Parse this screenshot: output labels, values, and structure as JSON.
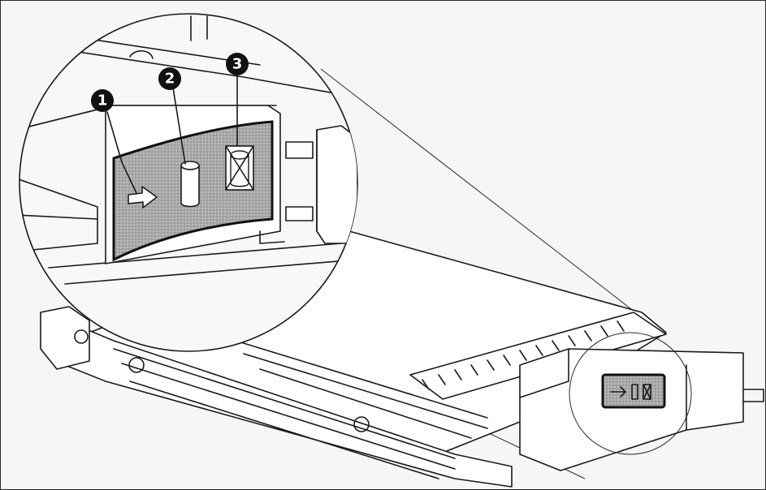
{
  "callouts": [
    {
      "number": "1",
      "meaning": "arrow-icon"
    },
    {
      "number": "2",
      "meaning": "cylinder-icon"
    },
    {
      "number": "3",
      "meaning": "crossed-cylinder-icon"
    }
  ],
  "colors": {
    "background": "#f6f6f6",
    "line": "#1a1a1a",
    "label_panel": "#9a9a9a",
    "callout_fill": "#111111"
  }
}
